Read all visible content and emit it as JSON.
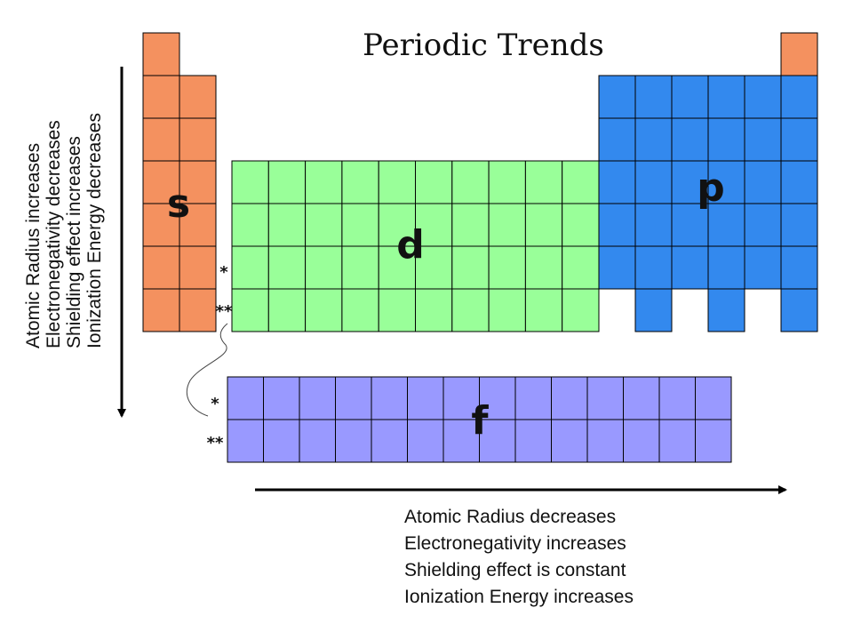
{
  "title": "Periodic Trends",
  "blocks": {
    "s": {
      "letter": "s",
      "color": "#F4915F"
    },
    "p": {
      "letter": "p",
      "color": "#3389EE"
    },
    "d": {
      "letter": "d",
      "color": "#99FF99"
    },
    "f": {
      "letter": "f",
      "color": "#9999FF"
    }
  },
  "markers": {
    "single": "*",
    "double": "**"
  },
  "vertical_trends": [
    "Atomic Radius increases",
    "Electronegativity decreases",
    "Shielding effect increases",
    "Ionization Energy decreases"
  ],
  "horizontal_trends": [
    "Atomic Radius decreases",
    "Electronegativity increases",
    "Shielding effect is constant",
    "Ionization Energy increases"
  ]
}
